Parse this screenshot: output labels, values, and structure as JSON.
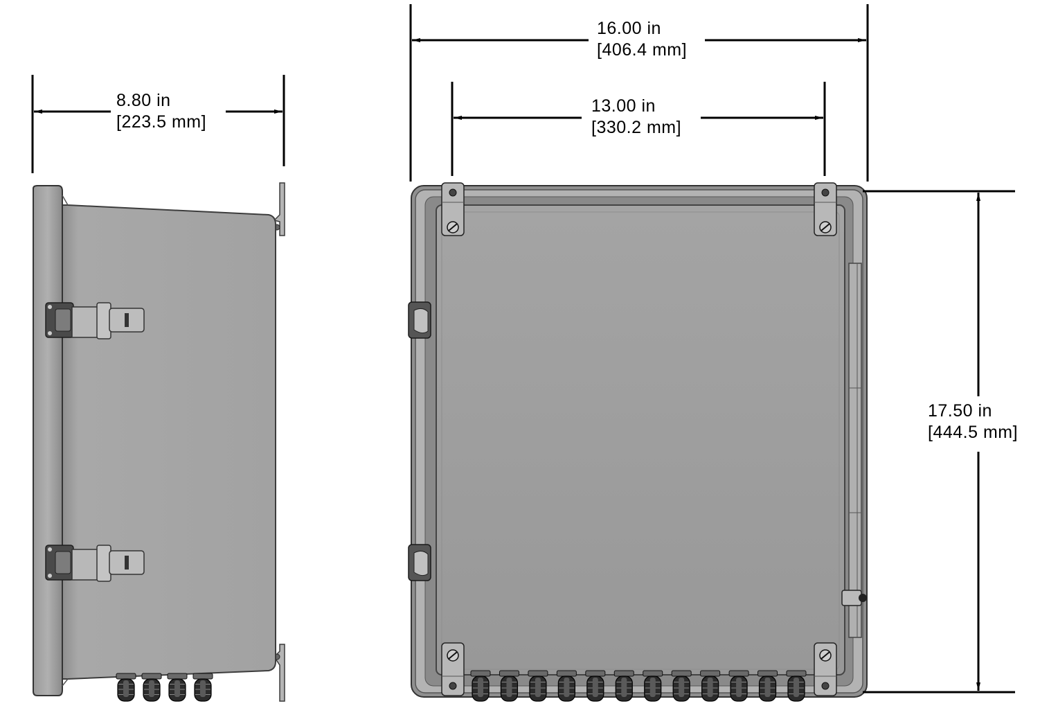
{
  "colors": {
    "enclosure_body": "#a3a3a3",
    "enclosure_edge": "#4a4a4a",
    "door_panel": "#9c9c9c",
    "hardware": "#3a3a3a",
    "dimension_line": "#000000"
  },
  "dimensions": {
    "side_depth": {
      "imperial": "8.80 in",
      "metric": "[223.5 mm]"
    },
    "overall_width": {
      "imperial": "16.00 in",
      "metric": "[406.4 mm]"
    },
    "mount_spacing": {
      "imperial": "13.00 in",
      "metric": "[330.2 mm]"
    },
    "overall_height": {
      "imperial": "17.50 in",
      "metric": "[444.5 mm]"
    }
  },
  "views": {
    "side": {
      "latches": 2,
      "glands": 4
    },
    "front": {
      "latches": 2,
      "glands": 12,
      "mount_ears": 4
    }
  }
}
